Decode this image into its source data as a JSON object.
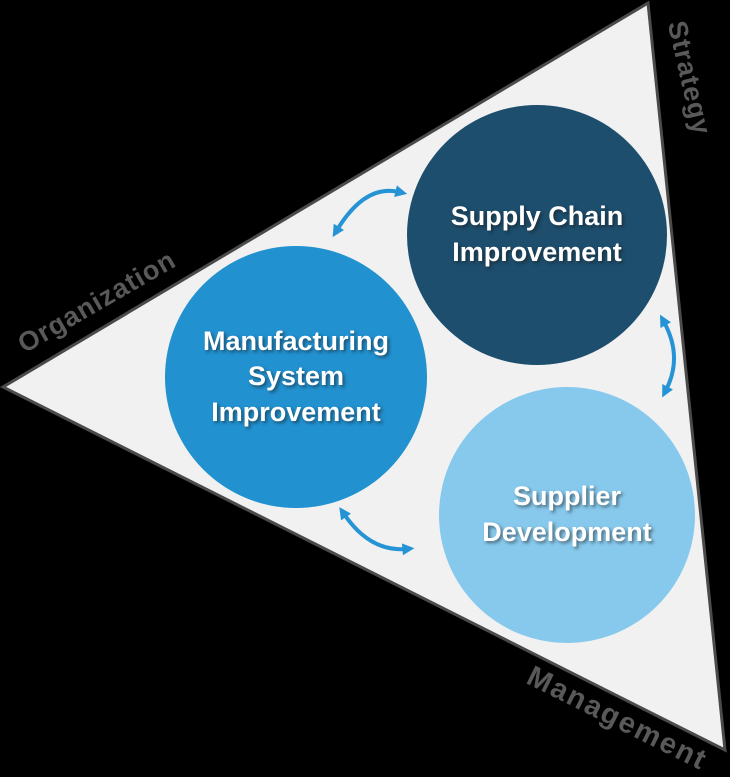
{
  "diagram": {
    "background_color": "#000000",
    "triangle": {
      "fill_color": "#f1f1f2",
      "border_color": "#4a4a4a"
    },
    "edge_labels": {
      "upper_left": "Organization",
      "top_right": "Strategy",
      "bottom": "Management",
      "color": "#595959"
    },
    "circles": [
      {
        "id": "supply-chain",
        "label": "Supply Chain\nImprovement",
        "fill_color": "#1d4e6d",
        "text_color": "#ffffff"
      },
      {
        "id": "manufacturing-system",
        "label": "Manufacturing\nSystem\nImprovement",
        "fill_color": "#2191d0",
        "text_color": "#ffffff"
      },
      {
        "id": "supplier-development",
        "label": "Supplier\nDevelopment",
        "fill_color": "#87c9ed",
        "text_color": "#ffffff"
      }
    ],
    "arrows": {
      "color": "#2694d4",
      "style": "curved-double-headed",
      "connections": [
        "manufacturing-system <-> supply-chain",
        "supply-chain <-> supplier-development",
        "manufacturing-system <-> supplier-development"
      ]
    }
  }
}
